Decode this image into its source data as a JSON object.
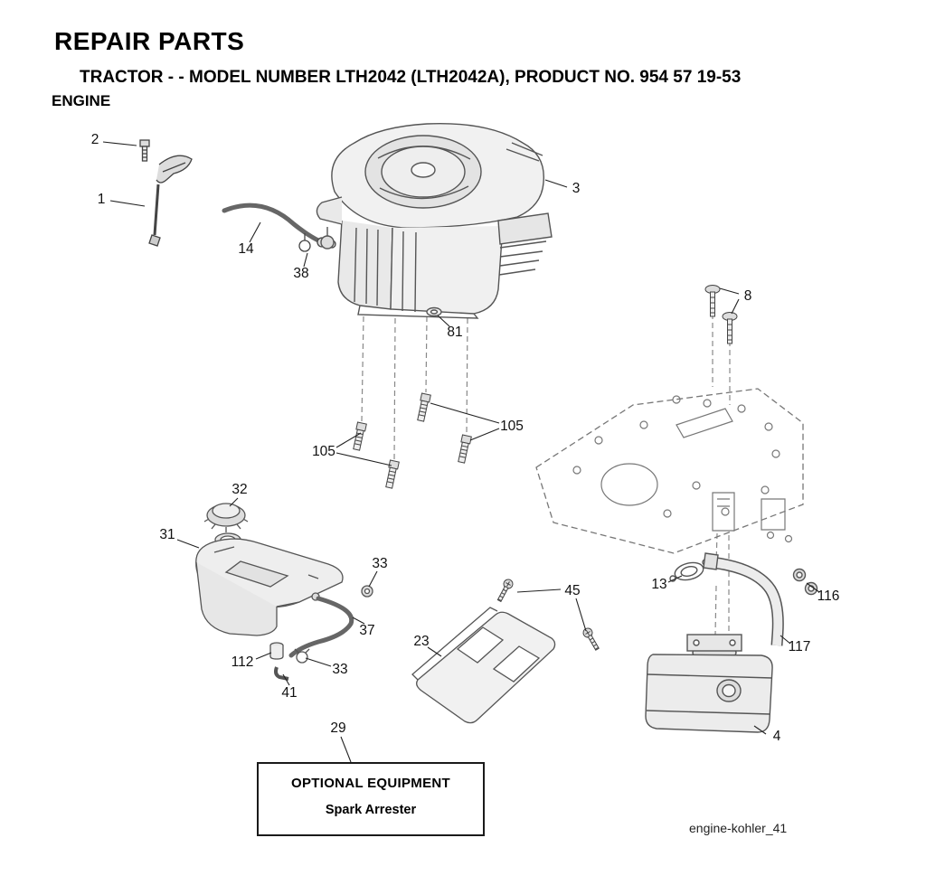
{
  "header": {
    "title": "REPAIR PARTS",
    "subtitle": "TRACTOR - - MODEL NUMBER LTH2042 (LTH2042A), PRODUCT NO. 954 57 19-53",
    "section": "ENGINE"
  },
  "callouts": [
    {
      "label": "2"
    },
    {
      "label": "1"
    },
    {
      "label": "14"
    },
    {
      "label": "38"
    },
    {
      "label": "3"
    },
    {
      "label": "81"
    },
    {
      "label": "8"
    },
    {
      "label": "105"
    },
    {
      "label": "105"
    },
    {
      "label": "32"
    },
    {
      "label": "31"
    },
    {
      "label": "33"
    },
    {
      "label": "37"
    },
    {
      "label": "112"
    },
    {
      "label": "33"
    },
    {
      "label": "41"
    },
    {
      "label": "23"
    },
    {
      "label": "45"
    },
    {
      "label": "13"
    },
    {
      "label": "116"
    },
    {
      "label": "117"
    },
    {
      "label": "4"
    },
    {
      "label": "29"
    }
  ],
  "optional_equipment": {
    "title": "OPTIONAL EQUIPMENT",
    "item": "Spark Arrester"
  },
  "footer": {
    "drawing_id": "engine-kohler_41"
  }
}
